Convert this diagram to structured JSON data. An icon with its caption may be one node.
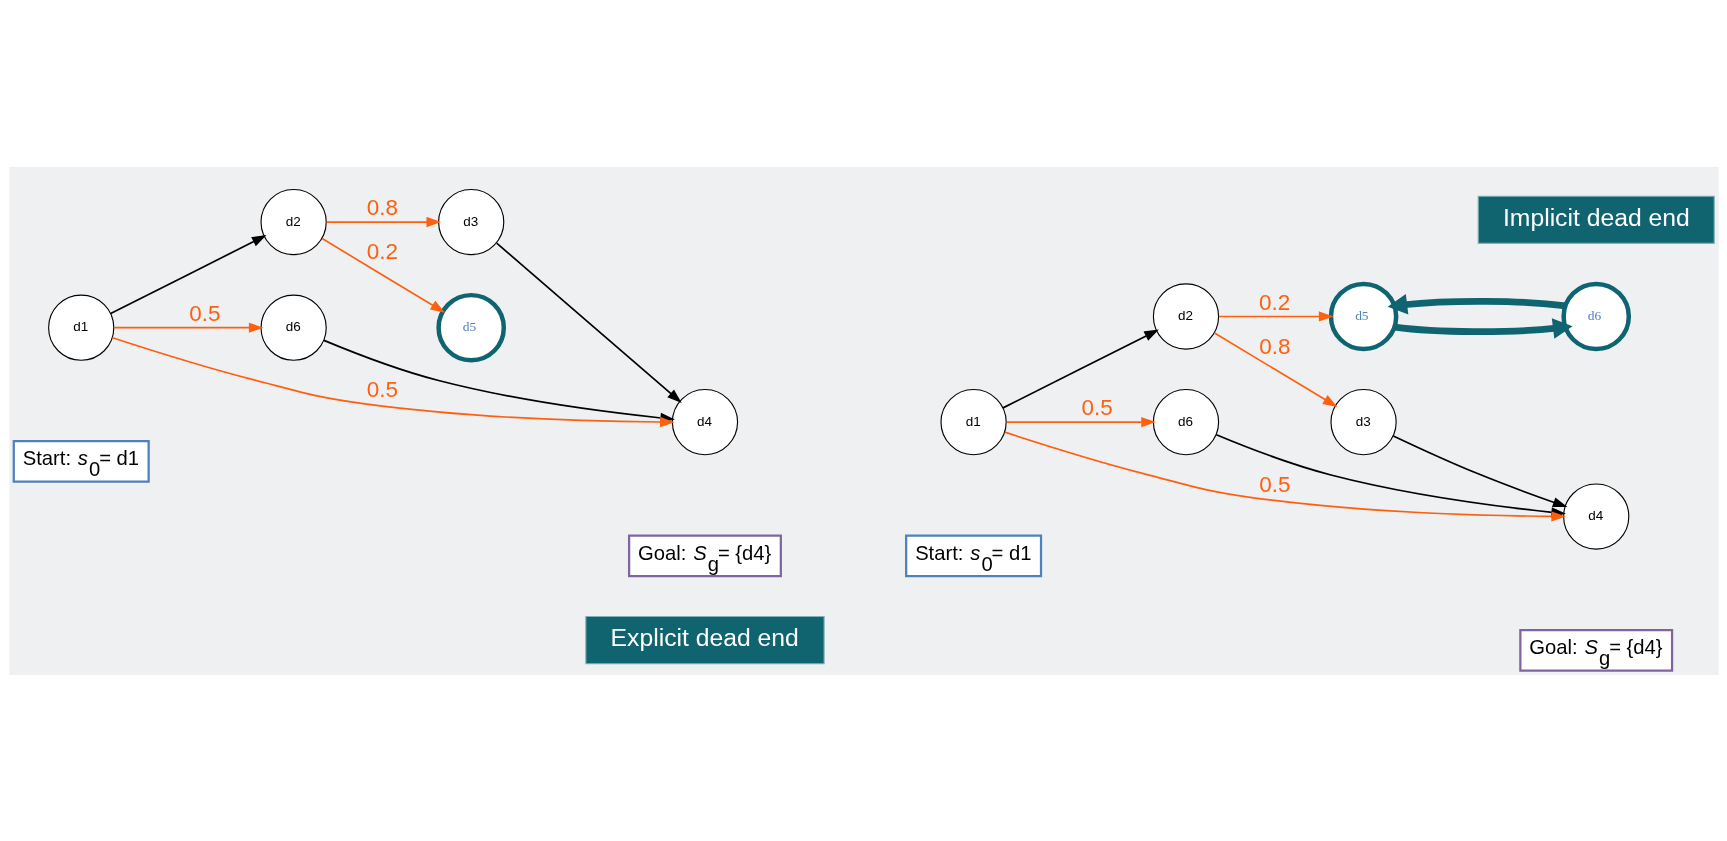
{
  "diagram": {
    "nodes": [
      {
        "text": [
          "Explicit dead end"
        ]
      },
      {
        "text": [
          "d5"
        ]
      },
      {
        "text": [
          "d2"
        ]
      },
      {
        "text": [
          "d3"
        ]
      },
      {
        "text": [
          "d6"
        ]
      },
      {
        "text": [
          "d1"
        ]
      },
      {
        "text": [
          "d4"
        ]
      },
      {
        "text": [
          "Start: *s*$_{0}$= d1"
        ]
      },
      {
        "text": [
          "Goal: *S*$_{g}$= {d4}"
        ]
      },
      {
        "text": [
          "Implicit dead end"
        ]
      },
      {
        "text": [
          "d5"
        ]
      },
      {
        "text": [
          "d6"
        ]
      },
      {
        "text": [
          "d2"
        ]
      },
      {
        "text": [
          "d3"
        ]
      },
      {
        "text": [
          "d6"
        ]
      },
      {
        "text": [
          "d1"
        ]
      },
      {
        "text": [
          "d4"
        ]
      },
      {
        "text": [
          "Start: *s*$_{0}$= d1"
        ]
      },
      {
        "text": [
          "Goal: *S*$_{g}$= {d4}"
        ]
      }
    ],
    "edges": [
      {
        "from": 5,
        "to": 2,
        "arrow": "to",
        "color": "#000000"
      },
      {
        "from": 5,
        "to": 4,
        "arrow": "to",
        "label": "0.5",
        "color": "#ff6010"
      },
      {
        "from": 5,
        "to": 6,
        "arrow": "to",
        "label": "0.5",
        "color": "#ff6010"
      },
      {
        "from": 2,
        "to": 1,
        "arrow": "to",
        "label": "0.2",
        "color": "#ff6010"
      },
      {
        "from": 2,
        "to": 3,
        "arrow": "to",
        "label": "0.8",
        "color": "#ff6010"
      },
      {
        "from": 3,
        "to": 6,
        "arrow": "to",
        "color": "#000000"
      },
      {
        "from": 4,
        "to": 6,
        "arrow": "to",
        "color": "#000000"
      },
      {
        "from": 15,
        "to": 12,
        "arrow": "to",
        "color": "#000000"
      },
      {
        "from": 15,
        "to": 14,
        "arrow": "to",
        "label": "0.5",
        "color": "#ff6010"
      },
      {
        "from": 15,
        "to": 16,
        "arrow": "to",
        "label": "0.5",
        "color": "#ff6010"
      },
      {
        "from": 12,
        "to": 10,
        "arrow": "to",
        "label": "0.2",
        "color": "#ff6010"
      },
      {
        "from": 12,
        "to": 13,
        "arrow": "to",
        "label": "0.8",
        "color": "#ff6010"
      },
      {
        "from": 13,
        "to": 16,
        "arrow": "to",
        "color": "#000000"
      },
      {
        "from": 14,
        "to": 16,
        "arrow": "to",
        "color": "#000000"
      },
      {
        "from": 10,
        "to": 11,
        "arrow": "to",
        "style": "thick",
        "color": "#0e6470"
      },
      {
        "from": 11,
        "to": 10,
        "arrow": "to",
        "style": "thick",
        "color": "#0e6470"
      }
    ]
  }
}
